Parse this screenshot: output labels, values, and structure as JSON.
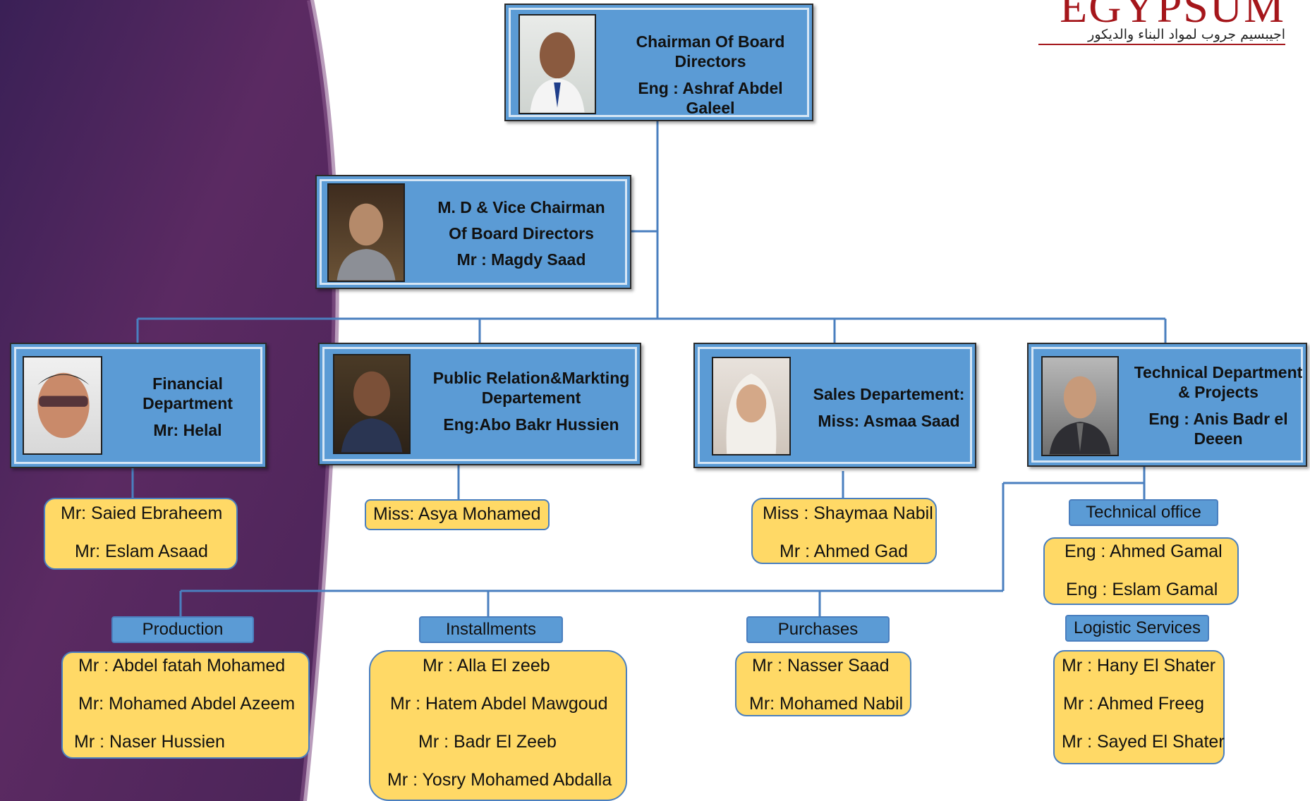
{
  "logo": {
    "word": "EGYPSUM",
    "subtitle": "اجيبسيم جروب لمواد البناء والديكور"
  },
  "chairman": {
    "title": [
      "Chairman Of Board",
      "Directors"
    ],
    "name": "Eng : Ashraf Abdel Galeel"
  },
  "vice": {
    "lines": [
      "M. D & Vice Chairman",
      "Of Board Directors",
      "Mr : Magdy Saad"
    ]
  },
  "departments": {
    "financial": {
      "title": [
        "Financial",
        "Department"
      ],
      "name": "Mr: Helal"
    },
    "pr": {
      "title": [
        "Public Relation&Markting",
        "Departement"
      ],
      "name": "Eng:Abo Bakr Hussien"
    },
    "sales": {
      "title": "Sales Departement:",
      "name": "Miss: Asmaa Saad"
    },
    "technical": {
      "title": [
        "Technical Department",
        "& Projects"
      ],
      "name": [
        "Eng : Anis Badr el",
        "Deeen"
      ]
    }
  },
  "staff": {
    "financial": [
      "Mr: Saied Ebraheem",
      "Mr: Eslam Asaad"
    ],
    "pr": [
      "Miss: Asya Mohamed"
    ],
    "sales": [
      "Miss : Shaymaa Nabil",
      "Mr : Ahmed Gad"
    ],
    "technical_office": {
      "label": "Technical office",
      "members": [
        "Eng : Ahmed Gamal",
        "Eng : Eslam Gamal"
      ]
    },
    "logistic": {
      "label": "Logistic Services",
      "members": [
        "Mr : Hany El Shater",
        "Mr : Ahmed Freeg",
        "Mr : Sayed El Shater"
      ]
    },
    "production": {
      "label": "Production",
      "members": [
        "Mr : Abdel fatah Mohamed",
        "Mr: Mohamed Abdel Azeem",
        "Mr : Naser Hussien"
      ]
    },
    "installments": {
      "label": "Installments",
      "members": [
        "Mr : Alla El zeeb",
        "Mr : Hatem Abdel Mawgoud",
        "Mr : Badr El Zeeb",
        "Mr : Yosry Mohamed Abdalla"
      ]
    },
    "purchases": {
      "label": "Purchases",
      "members": [
        "Mr : Nasser Saad",
        "Mr: Mohamed Nabil"
      ]
    }
  },
  "colors": {
    "box_blue": "#5b9bd5",
    "staff_yellow": "#ffd966",
    "connector": "#4a7fbf",
    "sidebar_purple": "#5e2a5e",
    "logo_red": "#a5161b"
  }
}
